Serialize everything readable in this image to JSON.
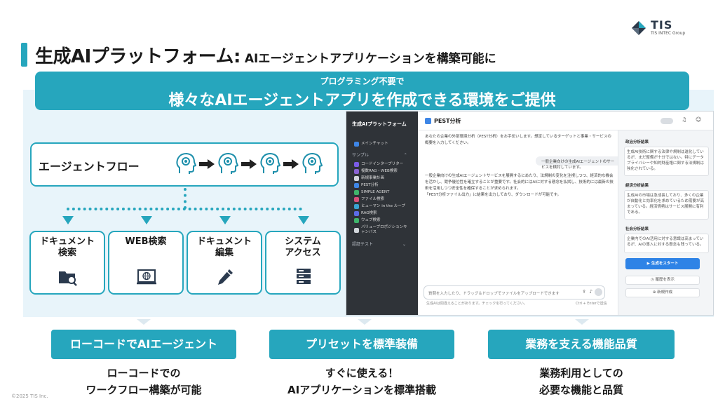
{
  "title": {
    "main": "生成AIプラットフォーム:",
    "sub": " AIエージェントアプリケーションを構築可能に"
  },
  "logo": {
    "name": "TIS",
    "tagline": "TIS INTEC Group"
  },
  "banner": {
    "line1": "プログラミング不要で",
    "line2": "様々なAIエージェントアプリを作成できる環境をご提供"
  },
  "flow": {
    "label": "エージェントフロー"
  },
  "tools": [
    {
      "label": "ドキュメント\n検索",
      "icon": "folder-search-icon"
    },
    {
      "label": "WEB検索",
      "icon": "web-browser-icon"
    },
    {
      "label": "ドキュメント\n編集",
      "icon": "pen-icon"
    },
    {
      "label": "システム\nアクセス",
      "icon": "server-icon"
    }
  ],
  "app": {
    "sidebar": {
      "brand": "生成AIプラットフォーム",
      "main_chat": "メインチャット",
      "samples_section": "サンプル",
      "items": [
        {
          "label": "コードインタープリター",
          "color": "#7b5ce6"
        },
        {
          "label": "複数RAG・WEB検索",
          "color": "#8a63d2"
        },
        {
          "label": "新規事業計画",
          "color": "#d2d6db"
        },
        {
          "label": "PEST分析",
          "color": "#3e86e6"
        },
        {
          "label": "SIMPLE AGENT",
          "color": "#3fb56b"
        },
        {
          "label": "ファイル検索",
          "color": "#d94f7a"
        },
        {
          "label": "ヒューマン in the ループ",
          "color": "#3aa3d0"
        },
        {
          "label": "RAG検索",
          "color": "#5c6ce6"
        },
        {
          "label": "ウェブ検索",
          "color": "#3fb56b"
        },
        {
          "label": "バリュープロポジションキャンバス",
          "color": "#d2d6db"
        }
      ],
      "test_section": "認証テスト"
    },
    "header": {
      "title": "PEST分析"
    },
    "chat": {
      "intro": "あなたの企業の外部環境分析（PEST分析）をお手伝いします。想定しているターゲットと事業・サービスの概要を入力してください。",
      "user_msg": "一般企業向けの生成AIエージェントのサービスを検討しています。",
      "reply": "一般企業向けの生成AIエージェントサービスを展開するにあたり、法規制の変化を注視しつつ、経済的な機会を活かし、競争優位性を確立することが重要です。社会的にはAIに対する懸念を払拭し、技術的には最新の技術を活用しつつ安全性を確保することが求められます。",
      "reply2": "「PEST分析ファイル出力」に結果を出力しており、ダウンロードが可能です。",
      "input_placeholder": "質問を入力したり、ドラッグ＆ドロップでファイルをアップロードできます",
      "disclaimer": "生成AIは間違えることがあります。チェックを行ってください。",
      "hint": "Ctrl + Enterで送信"
    },
    "right": {
      "s1_title": "政治分析結果",
      "s1_text": "生成AI技術に関する法律や規制は進化しているが、まだ整備が十分ではない。特にデータプライバシーや知的財産権に関する法規制は強化されている。",
      "s2_title": "経済分析結果",
      "s2_text": "生成AIの市場は急成長しており、多くの企業が自動化と効率化を求めているため需要が高まっている。経済情勢はサービス展開に有利である。",
      "s3_title": "社会分析結果",
      "s3_text": "企業内でのAI活用に対する意識は高まっているが、AIの導入に対する懸念も残っている。",
      "start_label": "▶ 生成をスタート",
      "history_label": "◷ 履歴を表示",
      "new_label": "⊕ 新規作成"
    }
  },
  "features": [
    {
      "title": "ローコードでAIエージェント",
      "desc": "ローコードでの\nワークフロー構築が可能"
    },
    {
      "title": "プリセットを標準装備",
      "desc": "すぐに使える！\nAIアプリケーションを標準搭載"
    },
    {
      "title": "業務を支える機能品質",
      "desc": "業務利用としての\n必要な機能と品質"
    }
  ],
  "copyright": "©2025 TIS Inc.",
  "colors": {
    "accent": "#26a6bd",
    "dark_sidebar": "#2f3338",
    "button_blue": "#2e83e6"
  }
}
